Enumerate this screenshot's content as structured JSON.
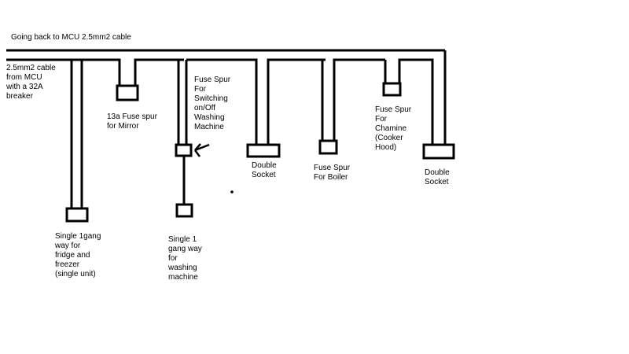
{
  "labels": {
    "return_cable": "Going back to MCU 2.5mm2 cable",
    "supply_cable": "2.5mm2 cable\n from MCU\nwith a 32A\nbreaker",
    "mirror_spur": "13a Fuse spur\nfor Mirror",
    "washing_spur": "Fuse Spur\nFor\nSwitching\n on/Off\nWashing\nMachine",
    "double_socket_1": "Double\nSocket",
    "boiler_spur": "Fuse Spur\nFor Boiler",
    "cooker_hood_spur": "Fuse Spur\nFor\nChamine\n(Cooker\nHood)",
    "double_socket_2": "Double\nSocket",
    "fridge_socket": "Single 1gang\nway for\nfridge and\nfreezer\n(single unit)",
    "washing_socket": "Single 1\ngang way\nfor\nwashing\nmachine"
  }
}
